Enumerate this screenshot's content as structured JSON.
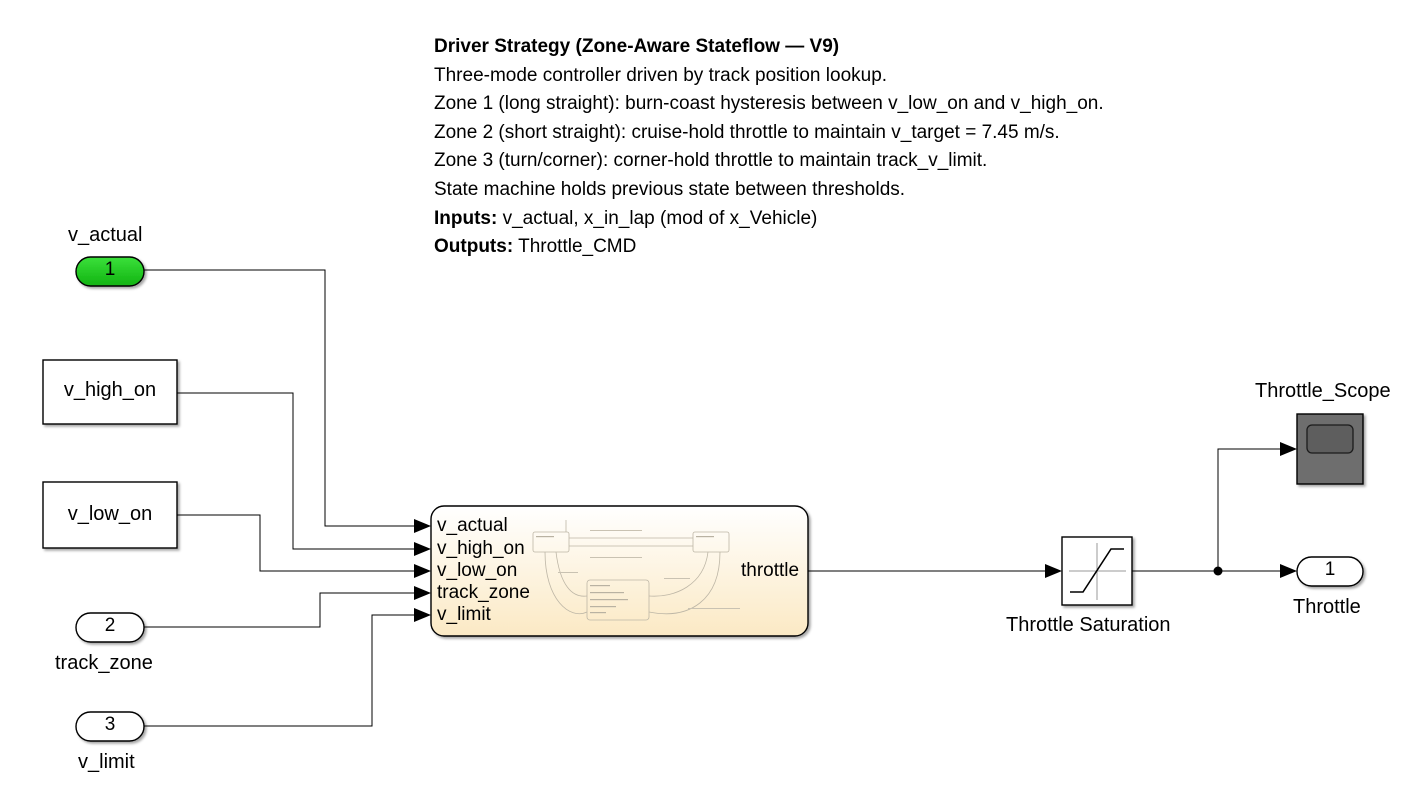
{
  "annotation": {
    "title": "Driver Strategy (Zone-Aware Stateflow — V9)",
    "lines": [
      "Three-mode controller driven by track position lookup.",
      "Zone 1 (long straight): burn-coast hysteresis between v_low_on and v_high_on.",
      "Zone 2 (short straight): cruise-hold throttle to maintain v_target = 7.45 m/s.",
      "Zone 3 (turn/corner): corner-hold throttle to maintain track_v_limit.",
      "State machine holds previous state between thresholds."
    ],
    "inputs_label": "Inputs:",
    "inputs_value": " v_actual, x_in_lap (mod of x_Vehicle)",
    "outputs_label": "Outputs:",
    "outputs_value": " Throttle_CMD"
  },
  "inports": [
    {
      "number": "1",
      "name": "v_actual",
      "color": "#1fc41f"
    },
    {
      "number": "2",
      "name": "track_zone",
      "color": "#ffffff"
    },
    {
      "number": "3",
      "name": "v_limit",
      "color": "#ffffff"
    }
  ],
  "constants": [
    {
      "name": "v_high_on"
    },
    {
      "name": "v_low_on"
    }
  ],
  "chart": {
    "inputs": [
      "v_actual",
      "v_high_on",
      "v_low_on",
      "track_zone",
      "v_limit"
    ],
    "output": "throttle",
    "fill_color": "#fdf2dc"
  },
  "saturation": {
    "name": "Throttle Saturation"
  },
  "scope": {
    "name": "Throttle_Scope",
    "color": "#6e6e6e"
  },
  "outport": {
    "number": "1",
    "name": "Throttle"
  }
}
